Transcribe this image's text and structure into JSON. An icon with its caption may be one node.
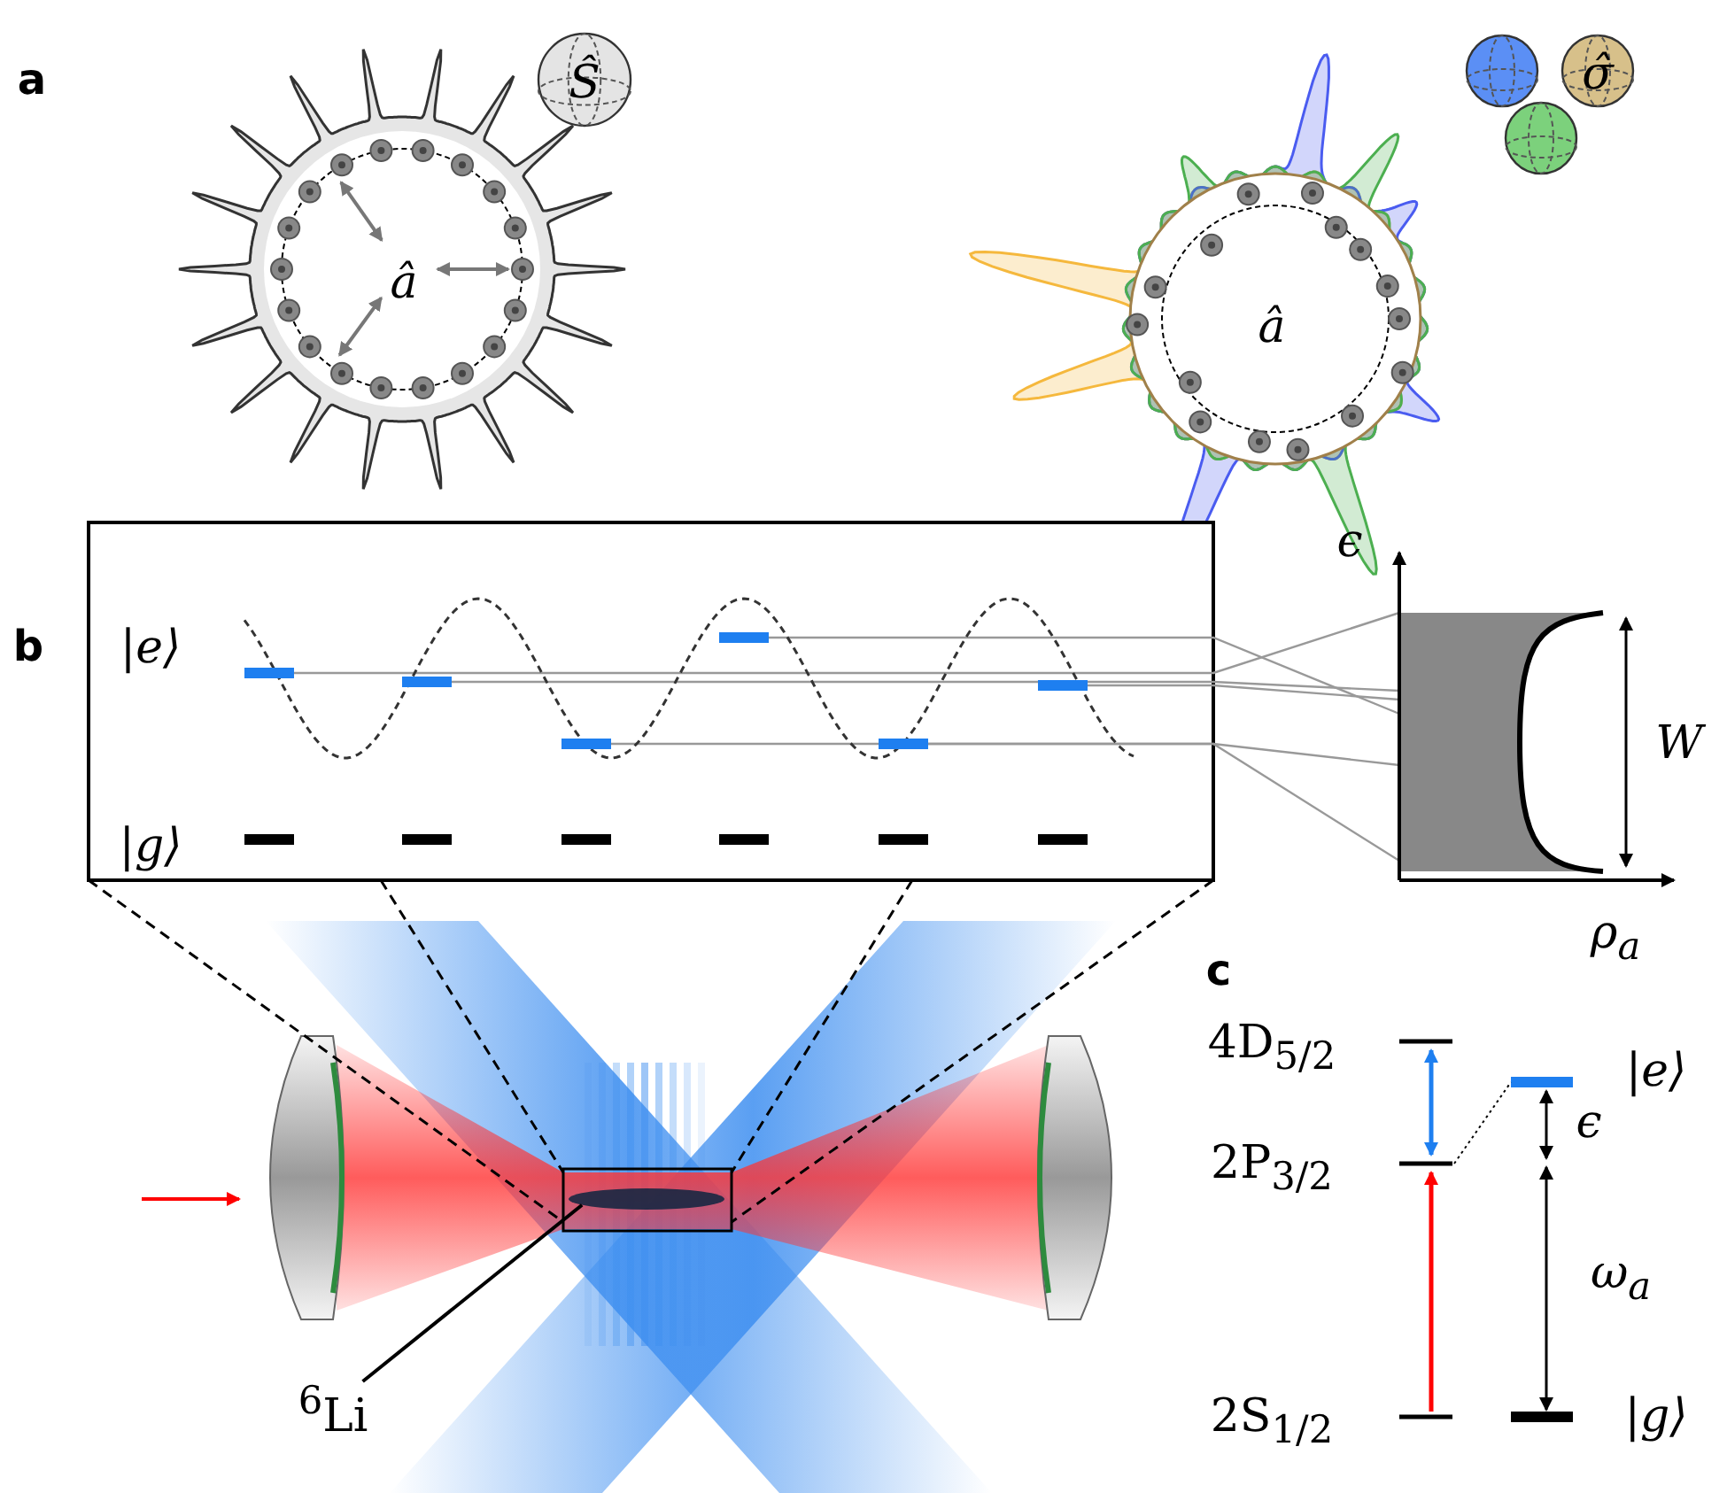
{
  "diagram": {
    "nodes": [
      {
        "text": [
          "$^{6}$Li"
        ]
      },
      {
        "text": [],
        "shape": "ellipse"
      }
    ],
    "edges": [
      {
        "from": 0,
        "to": 1,
        "arrow": "none"
      }
    ],
    "labels": [
      "a",
      "Ŝ",
      "â",
      "σ̂",
      "â",
      "b",
      "|e⟩",
      "|g⟩",
      "ϵ",
      "W",
      "ρ$_{a}$",
      "c",
      "4D$_{5/2}$",
      "|e⟩",
      "2P$_{3/2}$",
      "ϵ",
      "ω$_{a}$",
      "2S$_{1/2}$",
      "|g⟩"
    ]
  }
}
